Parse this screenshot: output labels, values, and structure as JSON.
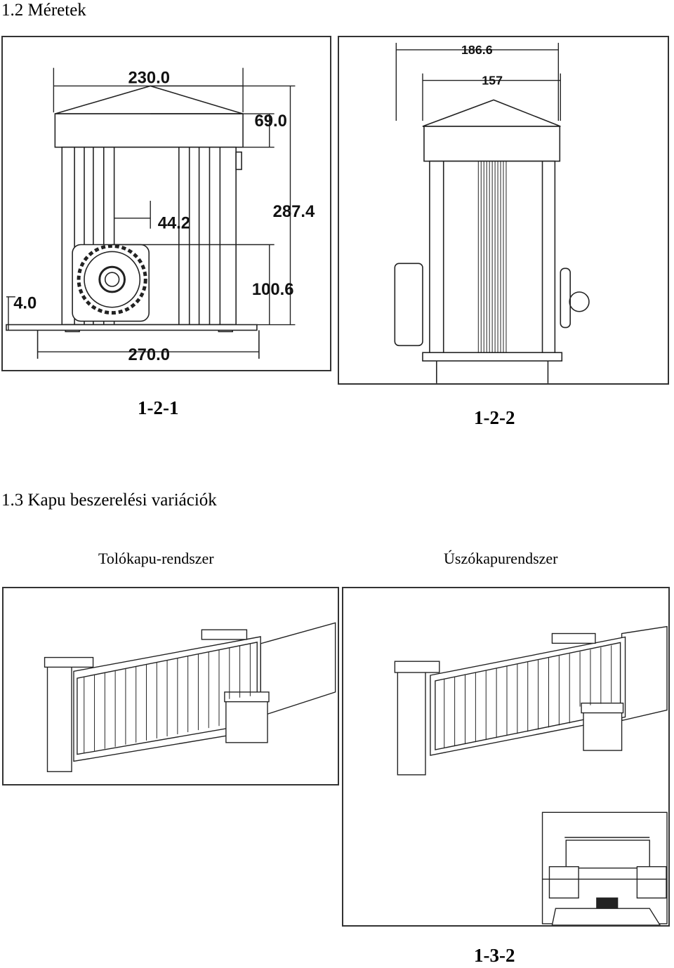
{
  "section_1_2": {
    "title": "1.2 Méretek"
  },
  "figure_1_2_1": {
    "caption": "1-2-1",
    "dimensions": {
      "top_width": "230.0",
      "cap_height": "69.0",
      "total_height": "287.4",
      "gear_offset": "44.2",
      "gear_height": "100.6",
      "base_thickness": "4.0",
      "base_width": "270.0"
    }
  },
  "figure_1_2_2": {
    "caption": "1-2-2",
    "dimensions": {
      "outer_width": "186.6",
      "inner_width": "157"
    }
  },
  "section_1_3": {
    "title": "1.3 Kapu beszerelési variációk"
  },
  "figure_sliding": {
    "label": "Tolókapu-rendszer"
  },
  "figure_floating": {
    "label": "Úszókapurendszer",
    "caption": "1-3-2"
  }
}
